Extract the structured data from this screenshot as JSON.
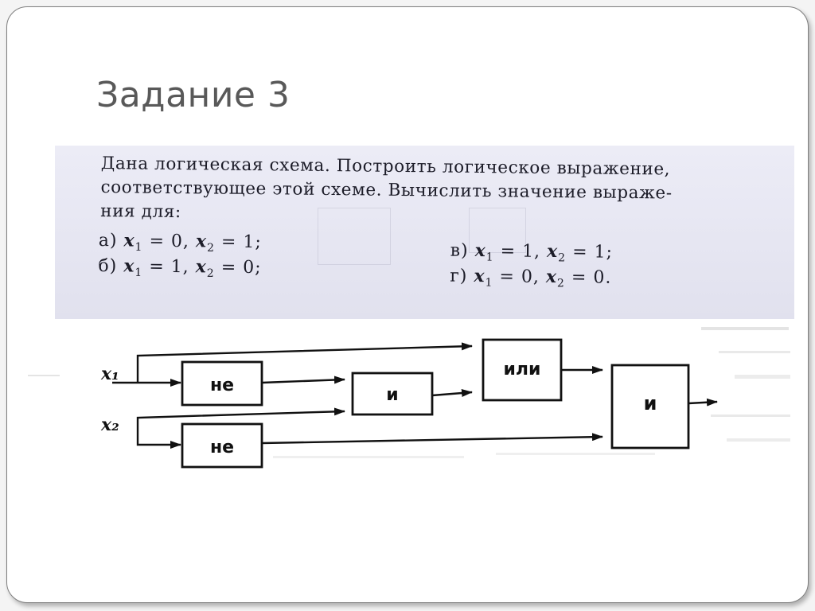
{
  "slide": {
    "title": "Задание 3"
  },
  "task": {
    "text_lines": [
      "Дана логическая схема. Построить логическое выражение,",
      "соответствующее этой схеме. Вычислить значение выраже-",
      "ния для:"
    ],
    "variants": [
      {
        "letter": "а)",
        "x1": "0",
        "x2": "1",
        "end": ";"
      },
      {
        "letter": "б)",
        "x1": "1",
        "x2": "0",
        "end": ";"
      },
      {
        "letter": "в)",
        "x1": "1",
        "x2": "1",
        "end": ";"
      },
      {
        "letter": "г)",
        "x1": "0",
        "x2": "0",
        "end": "."
      }
    ]
  },
  "diagram": {
    "inputs": [
      "x₁",
      "x₂"
    ],
    "gates": {
      "not_top": "не",
      "not_bottom": "не",
      "and_mid": "и",
      "or": "или",
      "and_out": "и"
    }
  }
}
